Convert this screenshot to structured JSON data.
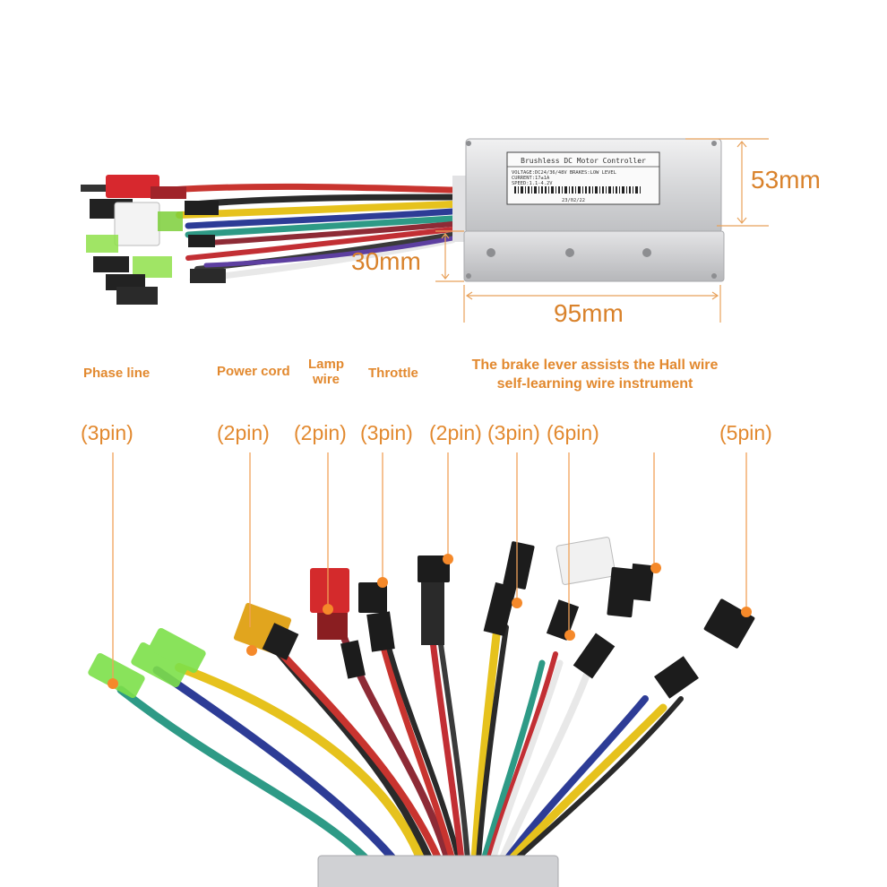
{
  "controller": {
    "label_title": "Brushless DC Motor Controller",
    "label_line1": "VOLTAGE:DC24/36/48V  BRAKES:LOW LEVEL",
    "label_line2": "CURRENT:17±1A",
    "label_line3": "SPEED:1.1-4.2V",
    "label_date": "23/02/22"
  },
  "dimensions": {
    "height": "53mm",
    "depth": "30mm",
    "width": "95mm"
  },
  "categories": {
    "phase": "Phase line",
    "power": "Power cord",
    "lamp_line1": "Lamp",
    "lamp_line2": "wire",
    "throttle": "Throttle",
    "brake_line1": "The brake lever assists the Hall wire",
    "brake_line2": "self-learning wire instrument"
  },
  "pins": {
    "phase": "(3pin)",
    "power": "(2pin)",
    "lamp": "(2pin)",
    "throttle": "(3pin)",
    "brake": "(2pin)",
    "assist": "(3pin)",
    "hall": "(6pin)",
    "instrument": "(5pin)"
  },
  "colors": {
    "accent": "#e2892f",
    "dimension_line": "#e8a15a",
    "marker": "#f5892a",
    "housing": "#d9dadc"
  }
}
